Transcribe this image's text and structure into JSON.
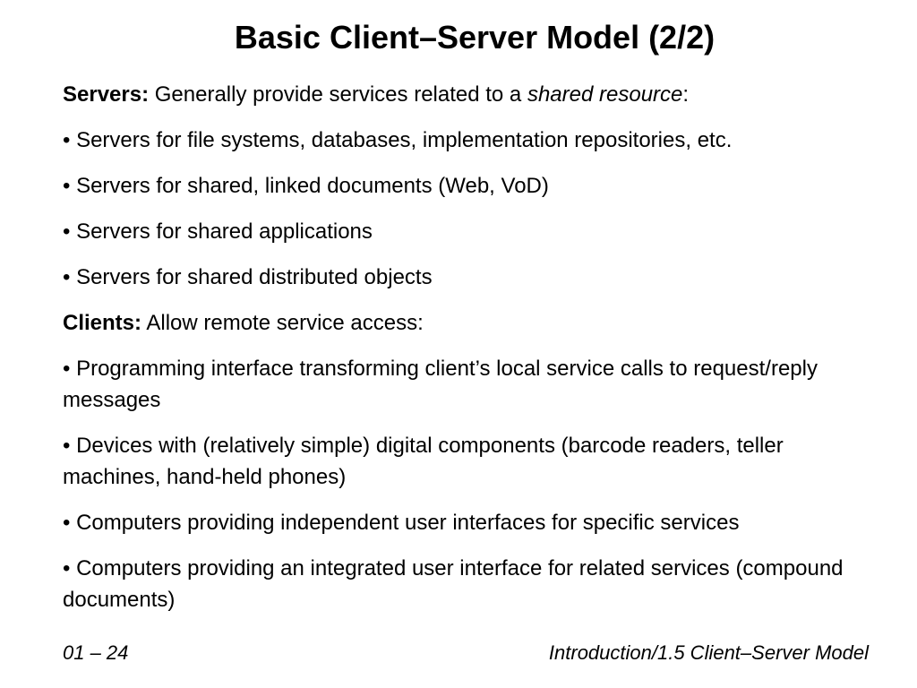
{
  "slide": {
    "title": "Basic Client–Server Model (2/2)",
    "servers": {
      "label": "Servers:",
      "intro": " Generally provide services related to a ",
      "emphasis": "shared resource",
      "colon": ":",
      "bullets": [
        "• Servers for file systems, databases, implementation repositories, etc.",
        "• Servers for shared, linked documents (Web, VoD)",
        "• Servers for shared applications",
        "• Servers for shared distributed objects"
      ]
    },
    "clients": {
      "label": "Clients:",
      "intro": " Allow remote service access:",
      "bullets": [
        "• Programming interface transforming client’s local service calls to request/reply messages",
        "• Devices with (relatively simple) digital components (barcode readers, teller machines, hand-held phones)",
        "• Computers providing independent user interfaces for specific services",
        "• Computers providing an integrated user interface for related services (compound documents)"
      ]
    },
    "footer": {
      "page": "01 – 24",
      "section": "Introduction/1.5 Client–Server Model"
    }
  }
}
